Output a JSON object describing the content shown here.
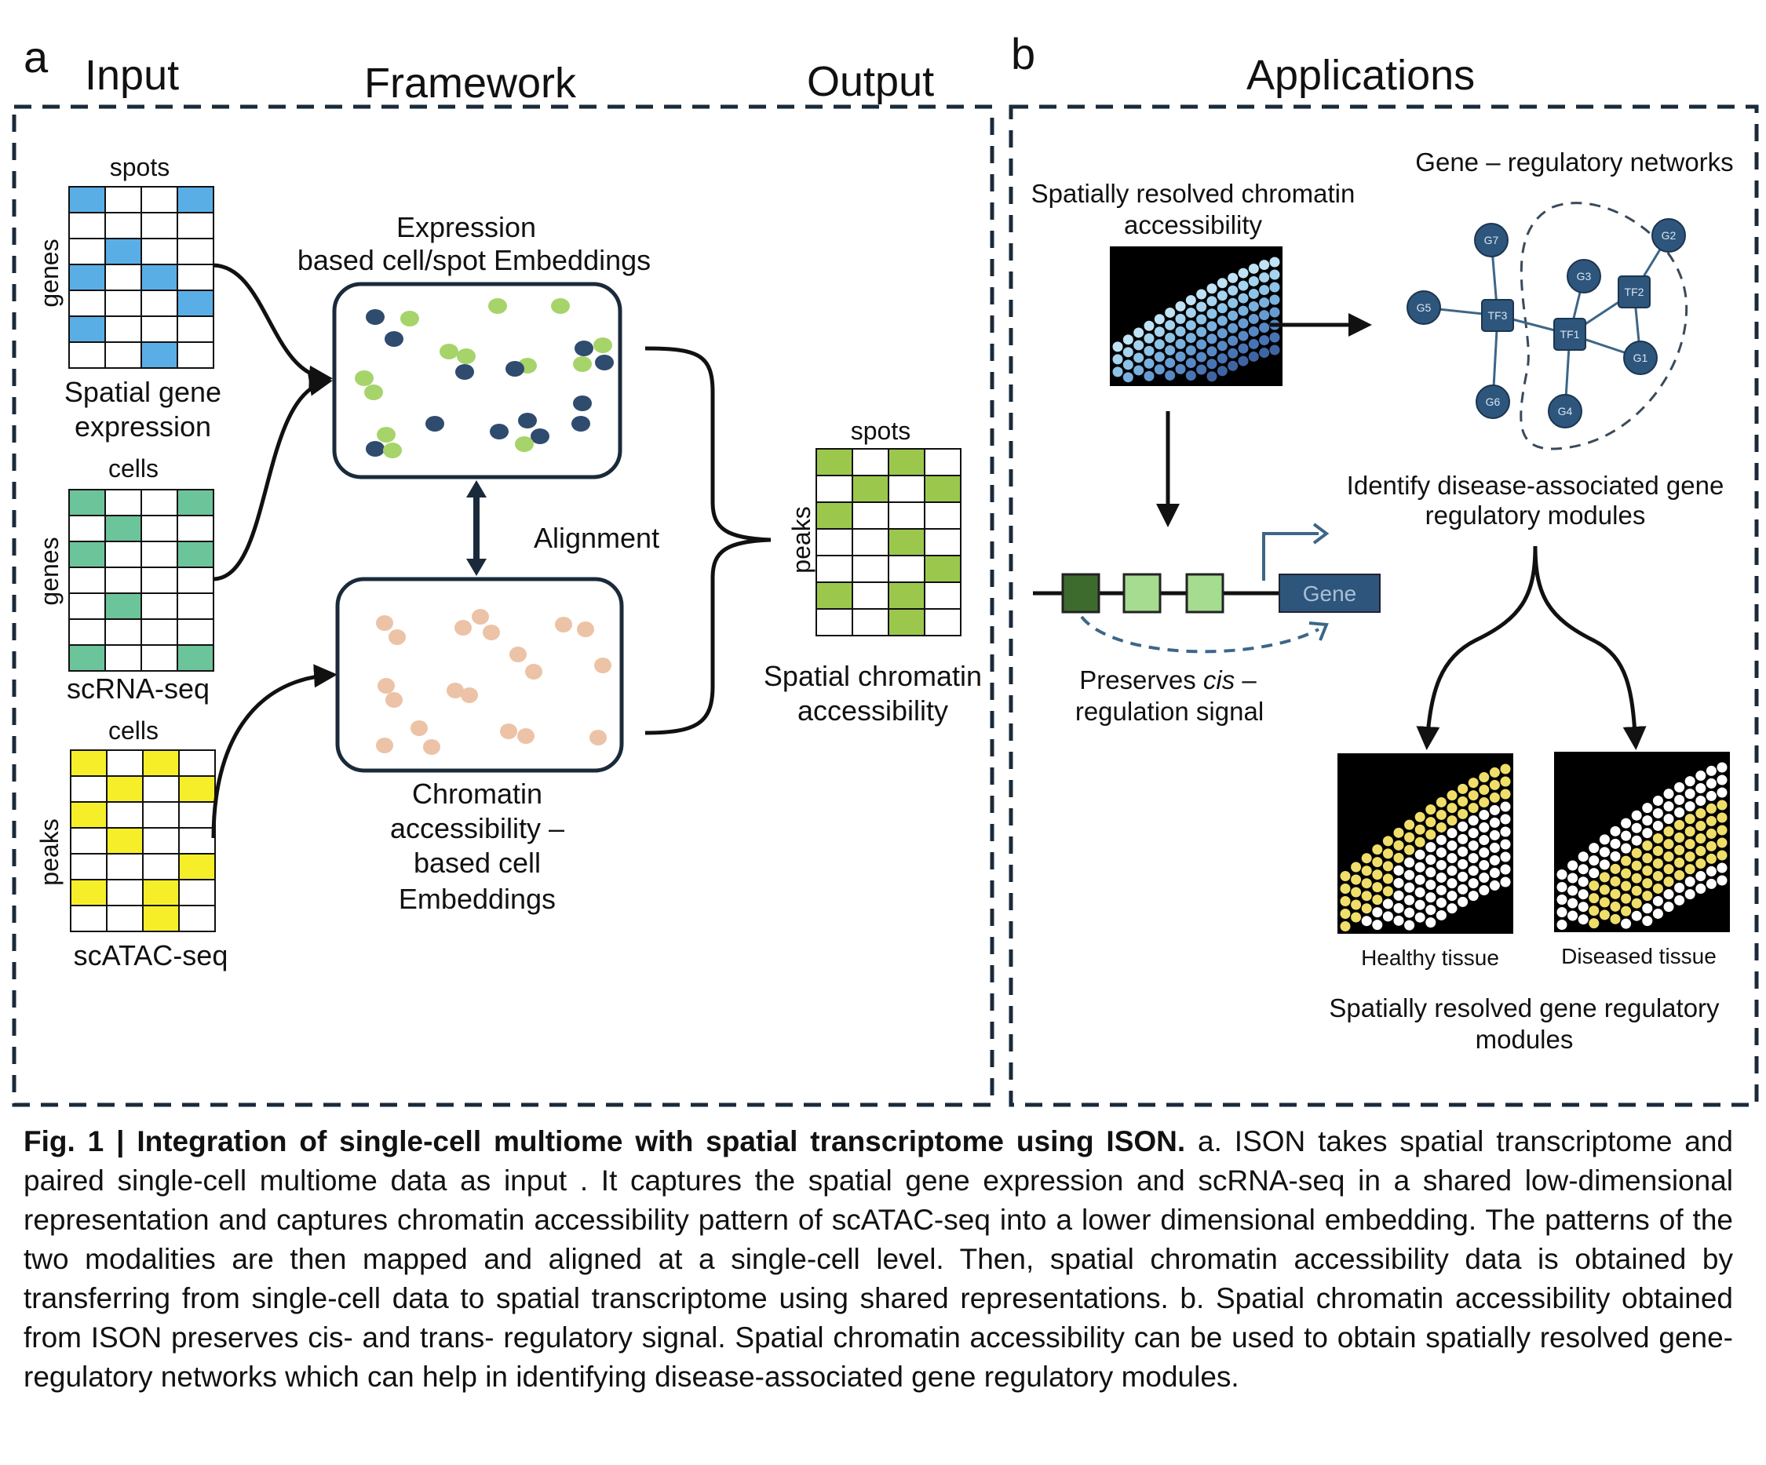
{
  "panel_a": {
    "letter": "a",
    "headers": {
      "input": "Input",
      "framework": "Framework",
      "output": "Output"
    },
    "matrix_spatial": {
      "top_label": "spots",
      "side_label": "genes",
      "caption": [
        "Spatial gene",
        "expression"
      ],
      "color": "#5aaee6"
    },
    "matrix_scrna": {
      "top_label": "cells",
      "side_label": "genes",
      "caption": "scRNA-seq",
      "color": "#6cc49a"
    },
    "matrix_scatac": {
      "top_label": "cells",
      "side_label": "peaks",
      "caption": "scATAC-seq",
      "color": "#f7ee2a"
    },
    "expression_box_title": [
      "Expression",
      "based cell/spot Embeddings"
    ],
    "alignment_label": "Alignment",
    "chromatin_box_title": [
      "Chromatin",
      "accessibility –",
      "based cell",
      "Embeddings"
    ],
    "output_matrix": {
      "top_label": "spots",
      "side_label": "peaks",
      "caption": [
        "Spatial chromatin",
        "accessibility"
      ],
      "color": "#9bc84c"
    },
    "colors": {
      "dark_dot": "#2f4b6e",
      "green_dot": "#a6d46a",
      "peach_dot": "#ecc3a6"
    }
  },
  "panel_b": {
    "letter": "b",
    "header": "Applications",
    "accessibility_title": [
      "Spatially resolved chromatin",
      "accessibility"
    ],
    "grn_title": "Gene – regulatory networks",
    "grn_nodes": [
      "G7",
      "G2",
      "G3",
      "TF2",
      "G5",
      "TF3",
      "TF1",
      "G1",
      "G6",
      "G4"
    ],
    "identify_label": [
      "Identify disease-associated gene",
      "regulatory modules"
    ],
    "gene_label": "Gene",
    "preserves_label_1": "Preserves ",
    "preserves_label_cis": "cis",
    "preserves_label_2": " –",
    "preserves_label_3": "regulation signal",
    "healthy_label": "Healthy tissue",
    "diseased_label": "Diseased tissue",
    "modules_label": [
      "Spatially resolved gene regulatory",
      "modules"
    ],
    "colors": {
      "node": "#2e567c",
      "gene_box": "#2e567c",
      "element_dark": "#3d6b2e",
      "element_light": "#a5dc8f",
      "highlight": "#f0de6a"
    }
  },
  "caption": {
    "bold": "Fig. 1 | Integration of single-cell multiome with spatial transcriptome using ISON.",
    "text": " a. ISON takes spatial transcriptome and paired single-cell multiome data as input . It captures the spatial gene expression and scRNA-seq in a shared low-dimensional representation and captures chromatin accessibility pattern of scATAC-seq into a lower dimensional embedding. The patterns of the two modalities are then mapped and aligned at a single-cell level. Then, spatial chromatin accessibility data is obtained by transferring from single-cell data to spatial transcriptome using shared representations. b. Spatial chromatin accessibility obtained from ISON preserves cis- and trans- regulatory signal. Spatial chromatin accessibility can be used to obtain spatially resolved gene-regulatory networks which can help in identifying disease-associated gene regulatory modules."
  }
}
